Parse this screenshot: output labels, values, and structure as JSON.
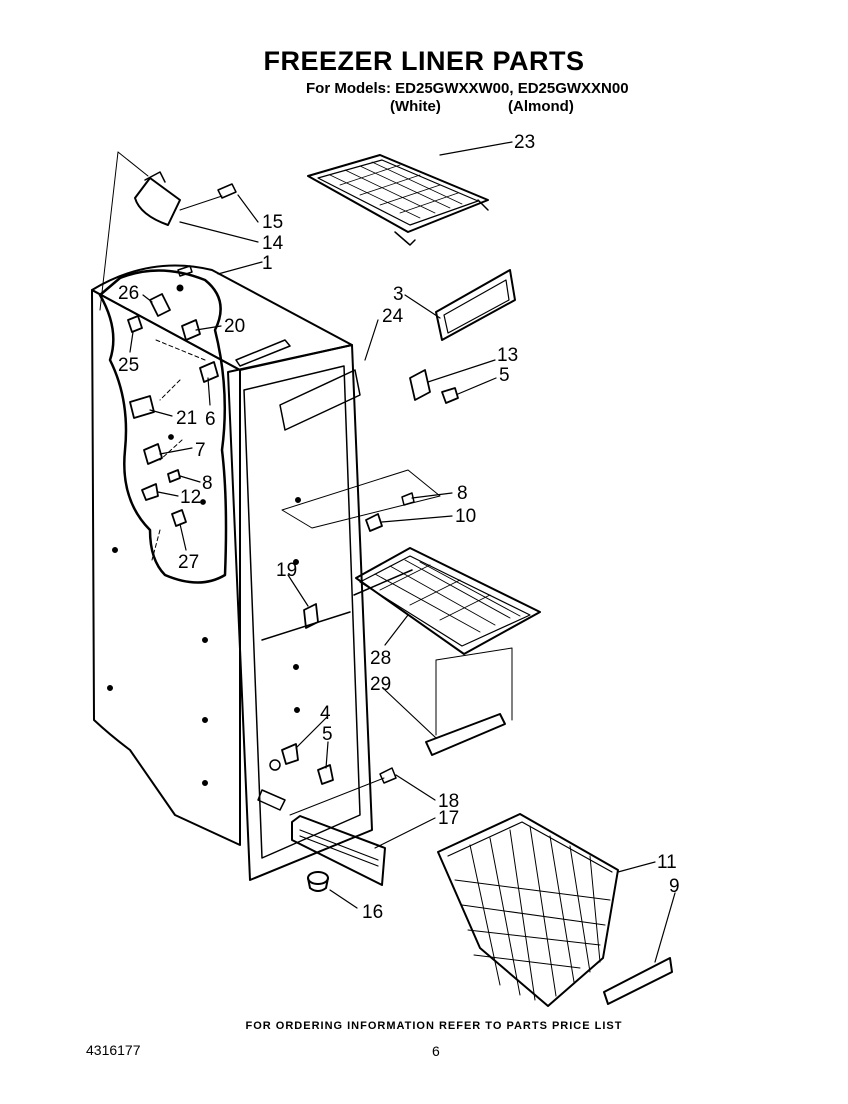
{
  "header": {
    "title": "FREEZER LINER PARTS",
    "models_line": "For Models: ED25GWXXW00, ED25GWXXN00",
    "variant_white": "(White)",
    "variant_almond": "(Almond)"
  },
  "footer": {
    "note": "FOR ORDERING INFORMATION REFER TO PARTS PRICE LIST",
    "doc_number": "4316177",
    "page_number": "6"
  },
  "callouts": {
    "c1": "1",
    "c3": "3",
    "c4": "4",
    "c5a": "5",
    "c5b": "5",
    "c6": "6",
    "c7": "7",
    "c8a": "8",
    "c8b": "8",
    "c9": "9",
    "c10": "10",
    "c11": "11",
    "c12": "12",
    "c13": "13",
    "c14": "14",
    "c15": "15",
    "c16": "16",
    "c17": "17",
    "c18": "18",
    "c19": "19",
    "c20": "20",
    "c21": "21",
    "c23": "23",
    "c24": "24",
    "c25": "25",
    "c26": "26",
    "c27": "27",
    "c28": "28",
    "c29": "29"
  }
}
